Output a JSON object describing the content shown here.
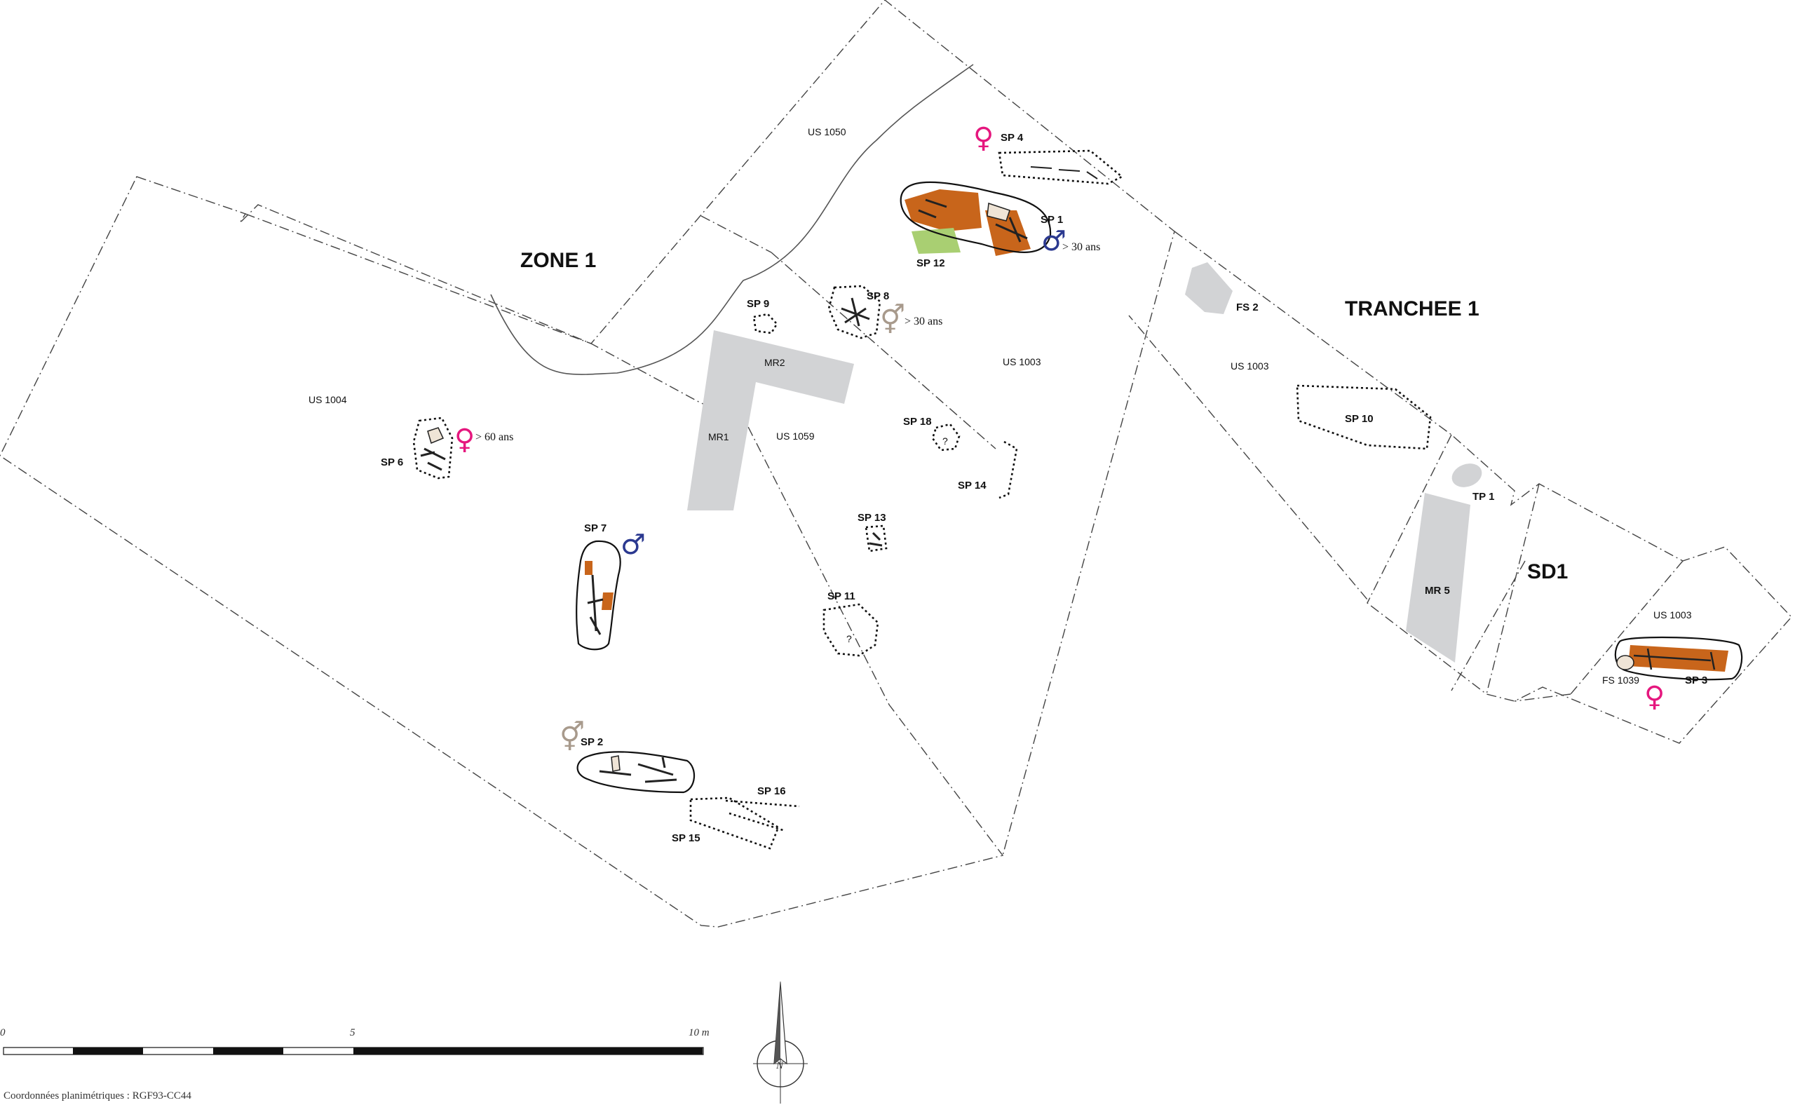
{
  "zones": [
    {
      "id": "zone1",
      "label": "ZONE 1"
    },
    {
      "id": "tranchee1",
      "label": "TRANCHEE 1"
    },
    {
      "id": "sd1",
      "label": "SD1"
    }
  ],
  "strata": [
    "US 1050",
    "US 1004",
    "US 1003",
    "US 1059",
    "US 1003",
    "US 1003"
  ],
  "walls": [
    "MR2",
    "MR1",
    "MR 5"
  ],
  "features": [
    "FS 2",
    "TP 1",
    "FS 1039"
  ],
  "burials": [
    {
      "label": "SP 1",
      "sex": "male",
      "age": "> 30 ans"
    },
    {
      "label": "SP 2",
      "sex": "undetermined"
    },
    {
      "label": "SP 3",
      "sex": "female"
    },
    {
      "label": "SP 4",
      "sex": "female"
    },
    {
      "label": "SP 6",
      "sex": "female",
      "age": "> 60 ans"
    },
    {
      "label": "SP 7",
      "sex": "male"
    },
    {
      "label": "SP 8",
      "sex": "undetermined",
      "age": "> 30 ans"
    },
    {
      "label": "SP 9"
    },
    {
      "label": "SP 10"
    },
    {
      "label": "SP 11",
      "note": "?"
    },
    {
      "label": "SP 12"
    },
    {
      "label": "SP 13"
    },
    {
      "label": "SP 14"
    },
    {
      "label": "SP 15"
    },
    {
      "label": "SP 16"
    },
    {
      "label": "SP 18",
      "note": "?"
    }
  ],
  "symbols": {
    "female": "♀",
    "male": "♂",
    "undetermined": "⚥"
  },
  "colors": {
    "female": "#e5177e",
    "male": "#2b3990",
    "undetermined": "#a89a8c",
    "wood": "#c8651b",
    "green_fill": "#a9cf72",
    "wall": "#d2d3d5"
  },
  "scale_bar": {
    "ticks": [
      "0",
      "5",
      "10 m"
    ]
  },
  "north_arrow": {
    "label": "N"
  },
  "coordinates_note": "Coordonnées planimétriques : RGF93-CC44"
}
